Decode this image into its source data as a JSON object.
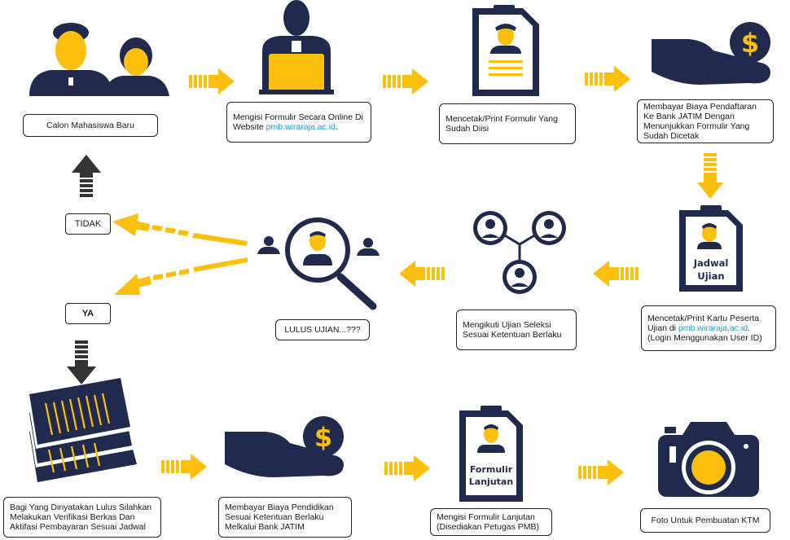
{
  "steps": {
    "s1": {
      "text": "Calon Mahasiswa Baru"
    },
    "s2": {
      "text": "Mengisi Formulir Secara Online Di Website ",
      "link": "pmb.wiraraja.ac.id",
      "suffix": "."
    },
    "s3": {
      "text": "Mencetak/Print Formulir Yang Sudah Diisi"
    },
    "s4": {
      "text": "Membayar Biaya Pendaftaran Ke Bank JATIM Dengan Menunjukkan Formulir Yang Sudah Dicetak"
    },
    "s5": {
      "text": "Mencetak/Print Kartu Peserta Ujian di ",
      "link": "pmb.wiraraja.ac.id",
      "suffix": ". (Login Menggunakan User ID)"
    },
    "s6": {
      "text": "Mengikuti Ujian Seleksi Sesuai Ketentuan Berlaku"
    },
    "s7": {
      "text": "LULUS UJIAN...???"
    },
    "s8": {
      "text": "Bagi Yang Dinyatakan Lulus Silahkan Melakukan Verifikasi Berkas Dan Aktifasi Pembayaran Sesuai Jadwal"
    },
    "s9": {
      "text": "Membayar Biaya Pendidikan Sesuai Ketentuan Berlaku Melkalui Bank JATIM"
    },
    "s10": {
      "text": "Mengisi Formulir Lanjutan (Disediakan Petugas PMB)"
    },
    "s11": {
      "text": "Foto Untuk Pembuatan KTM"
    }
  },
  "branches": {
    "tidak": "TIDAK",
    "ya": "YA"
  },
  "icons": {
    "jadwal_line1": "Jadwal",
    "jadwal_line2": "Ujian",
    "formulir_line1": "Formulir",
    "formulir_line2": "Lanjutan",
    "dollar": "$"
  },
  "colors": {
    "navy": "#1f2a4d",
    "yellow": "#fbbf0e",
    "link": "#1aa0d8"
  }
}
